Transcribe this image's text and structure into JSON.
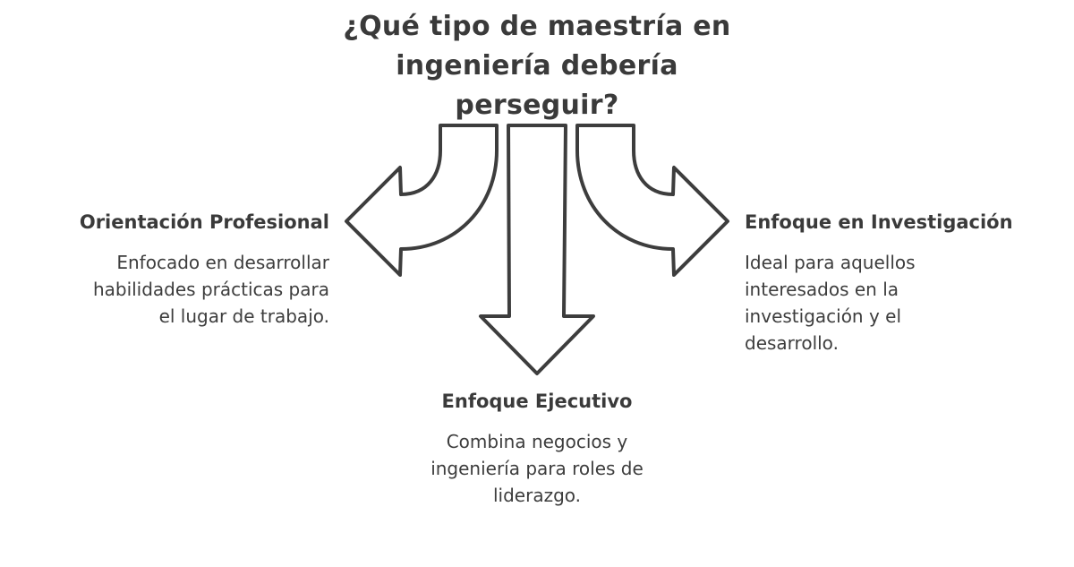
{
  "title": {
    "lines": [
      "¿Qué tipo de maestría en",
      "ingeniería debería",
      "perseguir?"
    ]
  },
  "options": {
    "left": {
      "heading": "Orientación Profesional",
      "description_lines": [
        "Enfocado en desarrollar",
        "habilidades prácticas para",
        "el lugar de trabajo."
      ],
      "arrow_direction": "left"
    },
    "center": {
      "heading": "Enfoque Ejecutivo",
      "description_lines": [
        "Combina negocios y",
        "ingeniería para roles de",
        "liderazgo."
      ],
      "arrow_direction": "down"
    },
    "right": {
      "heading": "Enfoque en Investigación",
      "description_lines": [
        "Ideal para aquellos",
        "interesados en la",
        "investigación y el",
        "desarrollo."
      ],
      "arrow_direction": "right"
    }
  },
  "colors": {
    "stroke": "#3d3d3d",
    "text": "#3a3a3a",
    "background": "#ffffff"
  }
}
